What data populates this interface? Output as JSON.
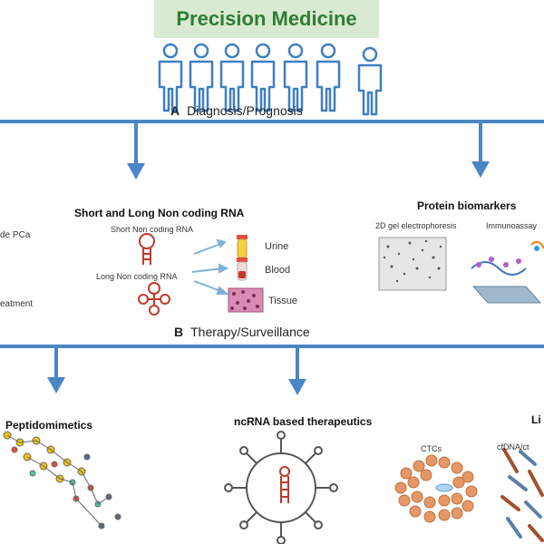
{
  "title": "Precision Medicine",
  "section_a": {
    "letter": "A",
    "label": "Diagnosis/Prognosis"
  },
  "section_b": {
    "letter": "B",
    "label": "Therapy/Surveillance"
  },
  "left_cutoff": {
    "line1": "de PCa",
    "line2": "eatment"
  },
  "ncrna": {
    "heading": "Short and Long Non coding RNA",
    "short_label": "Short Non coding RNA",
    "long_label": "Long Non coding RNA",
    "samples": [
      "Urine",
      "Blood",
      "Tissue"
    ]
  },
  "protein": {
    "heading": "Protein biomarkers",
    "gel_label": "2D gel electrophoresis",
    "immuno_label": "Immunoassay"
  },
  "therapy": {
    "peptido": "Peptidomimetics",
    "ncrna_thera": "ncRNA based therapeutics",
    "ctcs": "CTCs",
    "cfdna": "cfDNA/ct",
    "li": "Li"
  },
  "colors": {
    "line": "#4a86c5",
    "title_bg": "#d9ead3",
    "title_text": "#2e7d32",
    "person": "#3f7fc1"
  }
}
